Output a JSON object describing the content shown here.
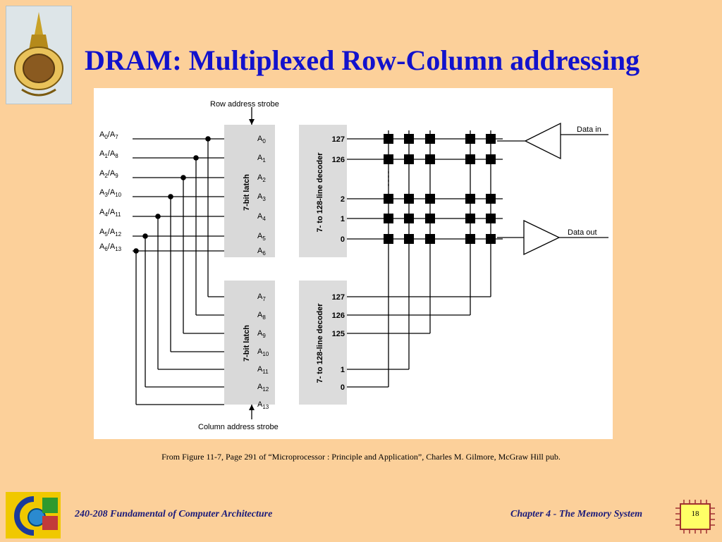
{
  "slide": {
    "title": "DRAM: Multiplexed Row-Column addressing",
    "caption": "From Figure 11-7, Page 291 of  “Microprocessor : Principle and Application”, Charles M. Gilmore, McGraw Hill pub.",
    "footer_course_num": "240-",
    "footer_course_rest": "208 Fundamental of Computer Architecture",
    "footer_chapter": "Chapter 4 - The Memory System",
    "page_number": "18"
  },
  "diagram": {
    "row_strobe": "Row address strobe",
    "col_strobe": "Column address strobe",
    "latch_label": "7-bit latch",
    "decoder_label": "7- to 128-line decoder",
    "data_in": "Data in",
    "data_out": "Data out",
    "inputs": [
      {
        "a": "A",
        "s1": "0",
        "b": "/A",
        "s2": "7"
      },
      {
        "a": "A",
        "s1": "1",
        "b": "/A",
        "s2": "8"
      },
      {
        "a": "A",
        "s1": "2",
        "b": "/A",
        "s2": "9"
      },
      {
        "a": "A",
        "s1": "3",
        "b": "/A",
        "s2": "10"
      },
      {
        "a": "A",
        "s1": "4",
        "b": "/A",
        "s2": "11"
      },
      {
        "a": "A",
        "s1": "5",
        "b": "/A",
        "s2": "12"
      },
      {
        "a": "A",
        "s1": "6",
        "b": "/A",
        "s2": "13"
      }
    ],
    "row_latch_pins": [
      {
        "a": "A",
        "s": "0"
      },
      {
        "a": "A",
        "s": "1"
      },
      {
        "a": "A",
        "s": "2"
      },
      {
        "a": "A",
        "s": "3"
      },
      {
        "a": "A",
        "s": "4"
      },
      {
        "a": "A",
        "s": "5"
      },
      {
        "a": "A",
        "s": "6"
      }
    ],
    "col_latch_pins": [
      {
        "a": "A",
        "s": "7"
      },
      {
        "a": "A",
        "s": "8"
      },
      {
        "a": "A",
        "s": "9"
      },
      {
        "a": "A",
        "s": "10"
      },
      {
        "a": "A",
        "s": "11"
      },
      {
        "a": "A",
        "s": "12"
      },
      {
        "a": "A",
        "s": "13"
      }
    ],
    "row_outputs": [
      "127",
      "126",
      "2",
      "1",
      "0"
    ],
    "col_outputs": [
      "127",
      "126",
      "125",
      "1",
      "0"
    ]
  }
}
